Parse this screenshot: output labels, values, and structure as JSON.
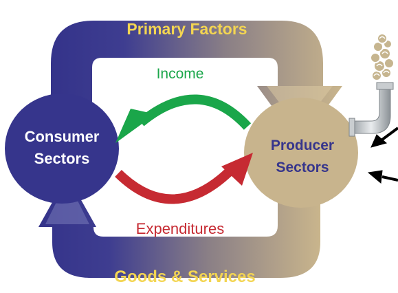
{
  "diagram": {
    "top_band_label": "Primary Factors",
    "bottom_band_label": "Goods & Services",
    "left_node": {
      "line1": "Consumer",
      "line2": "Sectors"
    },
    "right_node": {
      "line1": "Producer",
      "line2": "Sectors"
    },
    "upper_flow_label": "Income",
    "lower_flow_label": "Expenditures"
  },
  "colors": {
    "navy": "#3b3a8f",
    "tan": "#c8b48d",
    "gold": "#f3d552",
    "green": "#1aa64a",
    "red": "#c62a32",
    "black": "#000000"
  },
  "icons": {
    "factory_smoke": "smoke-stack-icon",
    "input_arrows": "black-arrow-icon"
  }
}
